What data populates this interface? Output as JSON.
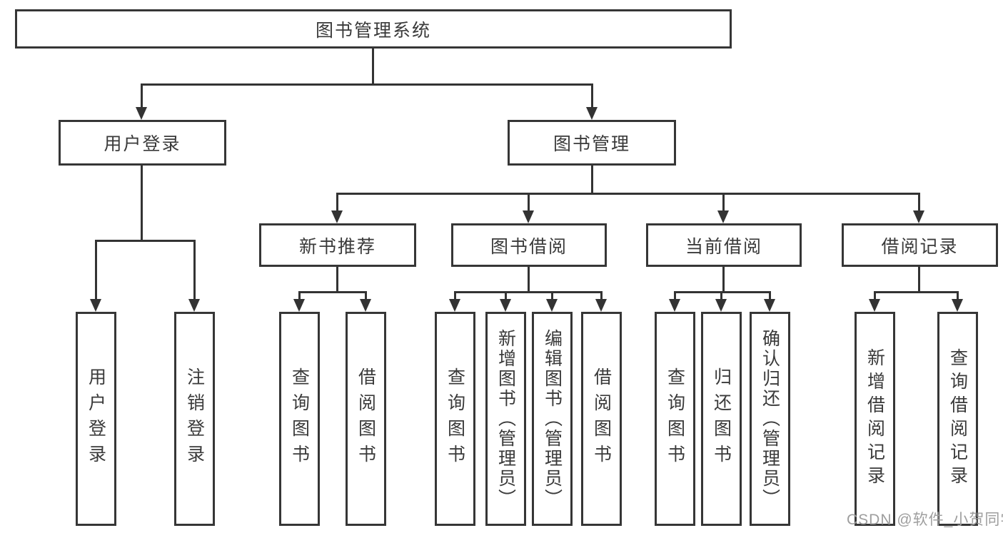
{
  "diagram": {
    "root": {
      "label": "图书管理系统"
    },
    "level2": {
      "user_login": {
        "label": "用户登录"
      },
      "book_mgmt": {
        "label": "图书管理"
      }
    },
    "level3": {
      "new_book": {
        "label": "新书推荐"
      },
      "book_borrow": {
        "label": "图书借阅"
      },
      "current_borrow": {
        "label": "当前借阅"
      },
      "borrow_records": {
        "label": "借阅记录"
      }
    },
    "leaves": {
      "user_login": [
        "用户登录",
        "注销登录"
      ],
      "new_book": [
        "查询图书",
        "借阅图书"
      ],
      "book_borrow": [
        "查询图书",
        "新增图书（管理员）",
        "编辑图书（管理员）",
        "借阅图书"
      ],
      "current_borrow": [
        "查询图书",
        "归还图书",
        "确认归还（管理员）"
      ],
      "borrow_records": [
        "新增借阅记录",
        "查询借阅记录"
      ]
    }
  },
  "watermark": {
    "text": "CSDN @软件_小贺同学"
  },
  "colors": {
    "line": "#333333",
    "text": "#3a3a3a",
    "watermark": "#9e9e9e",
    "background": "#ffffff"
  }
}
